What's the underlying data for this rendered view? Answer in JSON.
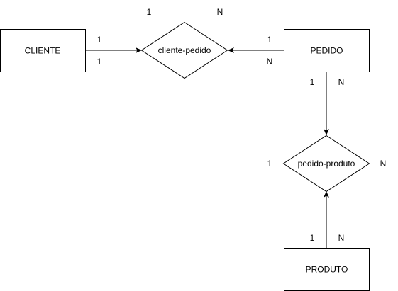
{
  "entities": {
    "cliente": "CLIENTE",
    "pedido": "PEDIDO",
    "produto": "PRODUTO"
  },
  "relationships": {
    "cliente_pedido": "cliente-pedido",
    "pedido_produto": "pedido-produto"
  },
  "cardinalities": {
    "cliente_pedido_top_left": "1",
    "cliente_pedido_top_right": "N",
    "cliente_line_upper": "1",
    "cliente_line_lower": "1",
    "pedido_line_upper": "1",
    "pedido_line_lower": "N",
    "pedido_bottom_left": "1",
    "pedido_bottom_right": "N",
    "pedido_produto_left": "1",
    "pedido_produto_right": "N",
    "produto_top_left": "1",
    "produto_top_right": "N"
  },
  "colors": {
    "stroke": "#000000",
    "fill": "#ffffff"
  }
}
